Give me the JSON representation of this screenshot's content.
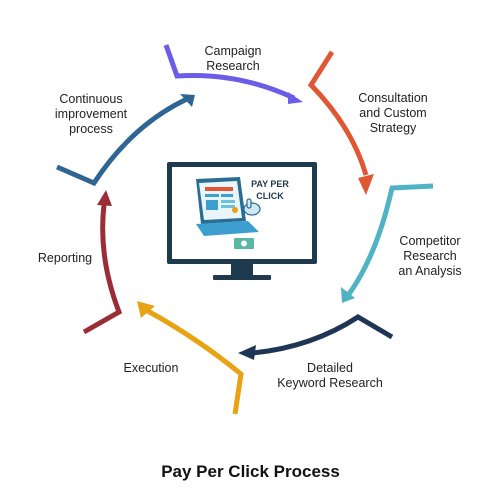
{
  "title": "Pay Per Click Process",
  "monitor": {
    "screen_text_line1": "PAY PER",
    "screen_text_line2": "CLICK"
  },
  "steps": [
    {
      "lines": [
        "Campaign",
        "Research"
      ],
      "color": "#6c5ce7"
    },
    {
      "lines": [
        "Consultation",
        "and Custom",
        "Strategy"
      ],
      "color": "#e15734"
    },
    {
      "lines": [
        "Competitor",
        "Research",
        "an Analysis"
      ],
      "color": "#4fb3c4"
    },
    {
      "lines": [
        "Detailed",
        "Keyword Research"
      ],
      "color": "#1f3556"
    },
    {
      "lines": [
        "Execution"
      ],
      "color": "#e8a314"
    },
    {
      "lines": [
        "Reporting"
      ],
      "color": "#9a2d36"
    },
    {
      "lines": [
        "Continuous",
        "improvement",
        "process"
      ],
      "color": "#2e6594"
    }
  ],
  "colors": {
    "monitor_frame": "#1d3a4f",
    "monitor_screen_bg": "#ffffff",
    "laptop_blue": "#3d9fcf",
    "laptop_dark": "#2a6d93",
    "money_green": "#57b8a3"
  },
  "icons": [
    "monitor-icon",
    "laptop-icon",
    "cursor-hand-icon",
    "money-bill-icon"
  ]
}
